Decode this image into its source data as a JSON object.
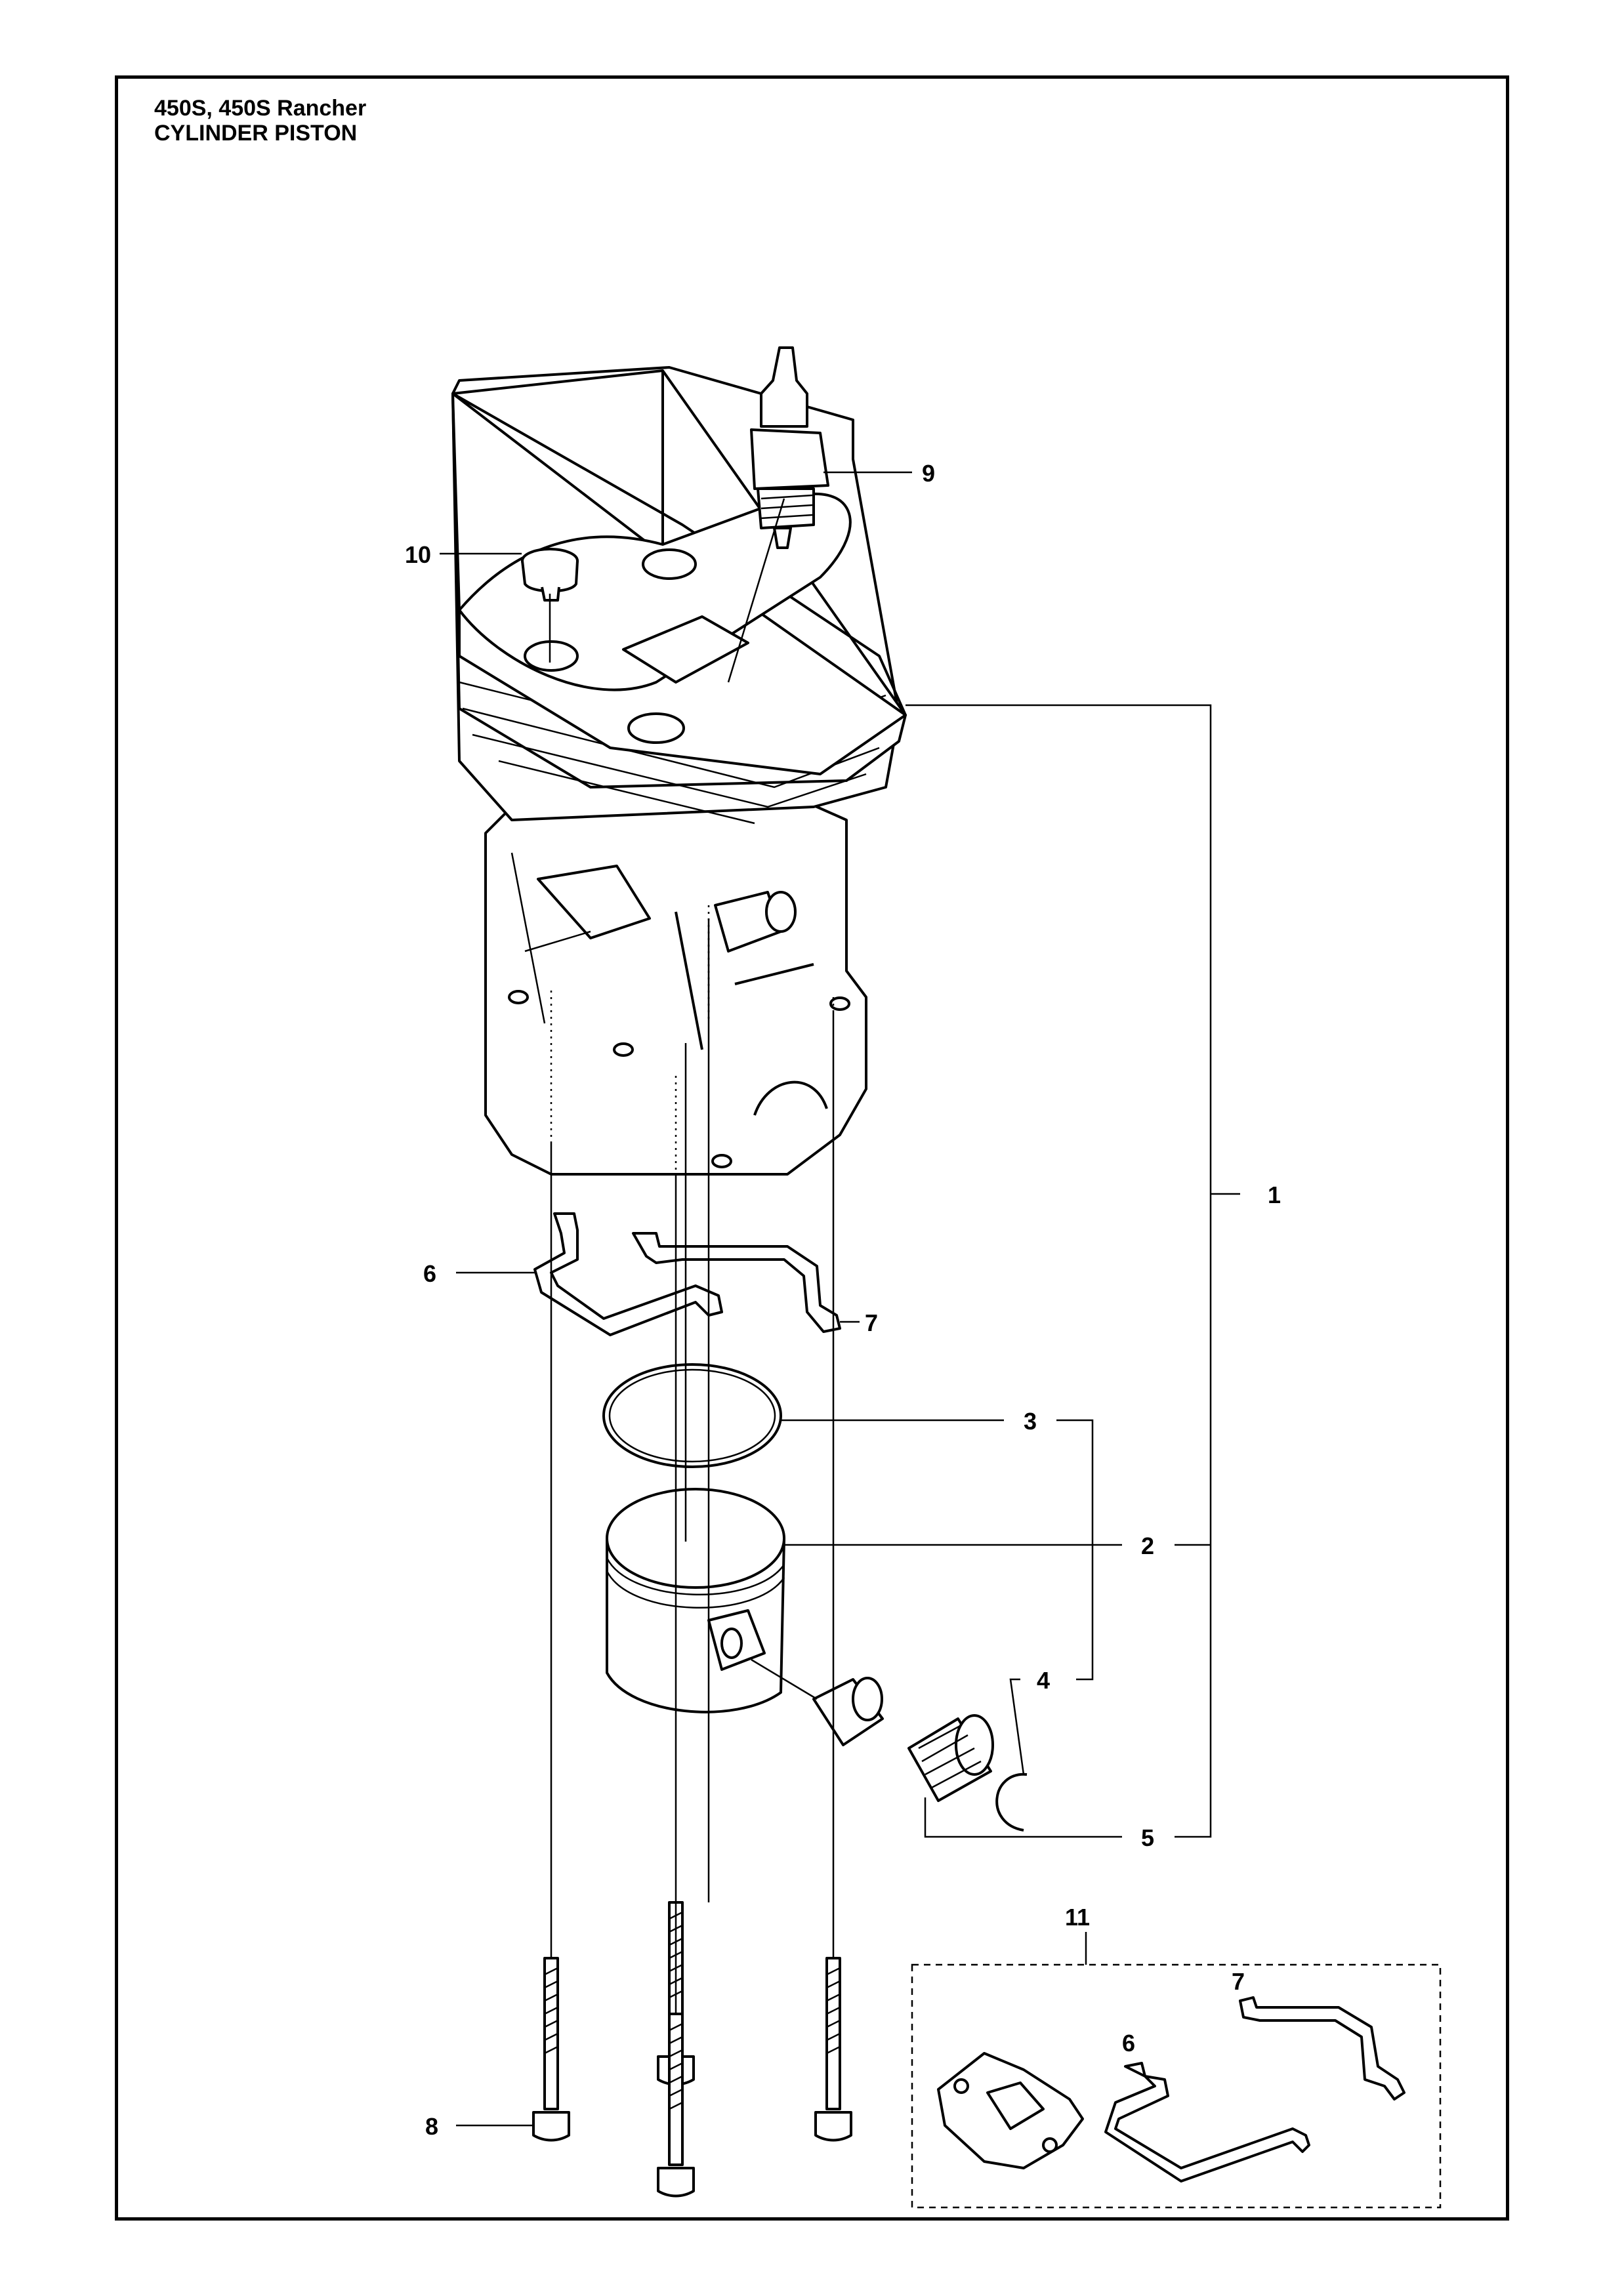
{
  "header": {
    "model": "450S, 450S Rancher",
    "section": "CYLINDER PISTON"
  },
  "callouts": {
    "c1": "1",
    "c2": "2",
    "c3": "3",
    "c4": "4",
    "c5": "5",
    "c6": "6",
    "c7": "7",
    "c8": "8",
    "c9": "9",
    "c10": "10",
    "c11": "11",
    "kit6": "6",
    "kit7": "7"
  }
}
